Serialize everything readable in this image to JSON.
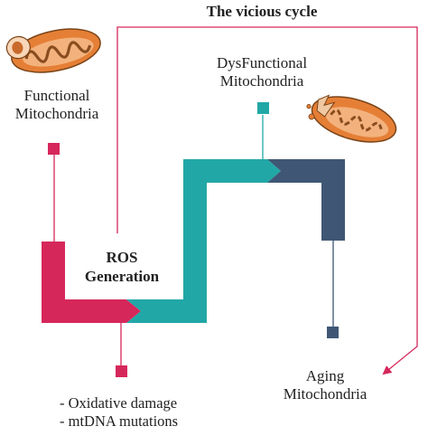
{
  "title": "The vicious cycle",
  "labels": {
    "functional": [
      "Functional",
      "Mitochondria"
    ],
    "dysfunctional": [
      "DysFunctional",
      "Mitochondria"
    ],
    "ros": [
      "ROS",
      "Generation"
    ],
    "aging": [
      "Aging",
      "Mitochondria"
    ]
  },
  "effects": [
    "- Oxidative damage",
    "- mtDNA mutations"
  ],
  "colors": {
    "crimson": "#d6275b",
    "teal": "#22a7a7",
    "navy": "#3f5775",
    "mito_outer": "#e57f36",
    "mito_inner": "#8a4d1f"
  }
}
